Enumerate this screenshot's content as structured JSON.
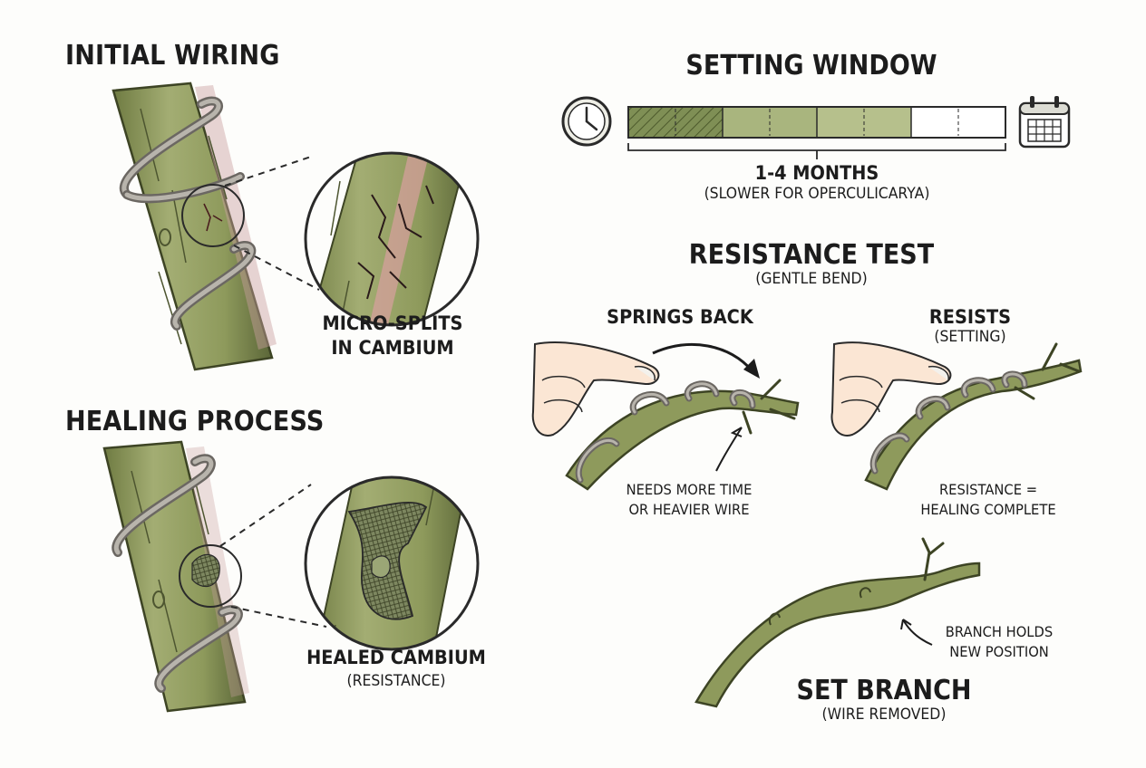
{
  "initial_wiring": {
    "title": "INITIAL WIRING",
    "callout_line1": "MICRO-SPLITS",
    "callout_line2": "IN CAMBIUM"
  },
  "healing_process": {
    "title": "HEALING PROCESS",
    "callout_title": "HEALED CAMBIUM",
    "callout_sub": "(RESISTANCE)"
  },
  "setting_window": {
    "title": "SETTING WINDOW",
    "duration": "1-4 MONTHS",
    "note": "(SLOWER FOR OPERCULICARYA)",
    "start_icon": "clock-icon",
    "end_icon": "calendar-icon",
    "segments": [
      {
        "color": "#7f8f55",
        "hatched": true
      },
      {
        "color": "#a9b57e",
        "hatched": false
      },
      {
        "color": "#b6c08c",
        "hatched": false
      },
      {
        "color": "#c4cca0",
        "hatched": false
      },
      {
        "color": "#ffffff",
        "hatched": false
      }
    ]
  },
  "resistance_test": {
    "title": "RESISTANCE TEST",
    "sub": "(GENTLE BEND)",
    "left": {
      "label": "SPRINGS BACK",
      "note_line1": "NEEDS MORE TIME",
      "note_line2": "OR HEAVIER WIRE"
    },
    "right": {
      "label": "RESISTS",
      "sub": "(SETTING)",
      "note_line1": "RESISTANCE =",
      "note_line2": "HEALING COMPLETE"
    }
  },
  "set_branch": {
    "title": "SET BRANCH",
    "sub": "(WIRE REMOVED)",
    "note_line1": "BRANCH HOLDS",
    "note_line2": "NEW POSITION"
  },
  "colors": {
    "bark": "#8e9a5c",
    "bark_dark": "#5b6638",
    "wire": "#a8a49c",
    "cambium": "#d9a0a0",
    "ink": "#1c1c1c"
  }
}
